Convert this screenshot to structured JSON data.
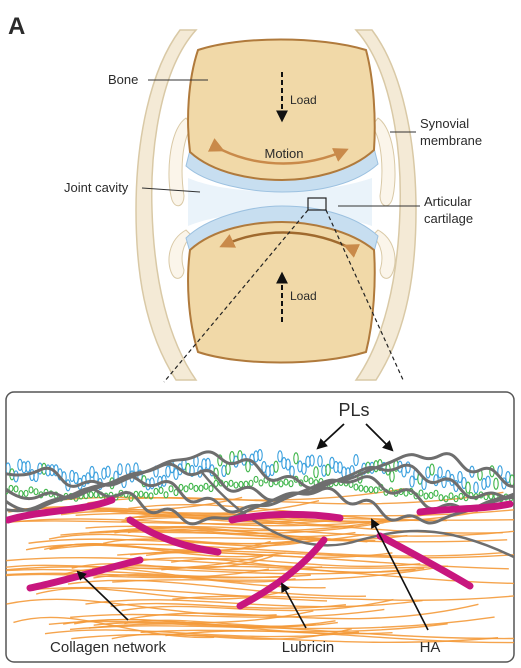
{
  "panel_letter": "A",
  "joint_labels": {
    "bone": "Bone",
    "load_top": "Load",
    "load_bottom": "Load",
    "motion": "Motion",
    "synovial_line1": "Synovial",
    "synovial_line2": "membrane",
    "joint_cavity": "Joint cavity",
    "articular_line1": "Articular",
    "articular_line2": "cartilage"
  },
  "detail_labels": {
    "pls": "PLs",
    "collagen": "Collagen network",
    "lubricin": "Lubricin",
    "ha": "HA"
  },
  "colors": {
    "bone_fill": "#f1d9a8",
    "bone_stroke": "#b07a3c",
    "cartilage": "#c7def0",
    "membrane": "#f4ead6",
    "motion": "#c98a4a",
    "collagen": "#f49a3a",
    "lubricin": "#c8167e",
    "ha": "#6e6e6e",
    "pl_blue": "#3aa0de",
    "pl_green": "#3fb54a"
  }
}
